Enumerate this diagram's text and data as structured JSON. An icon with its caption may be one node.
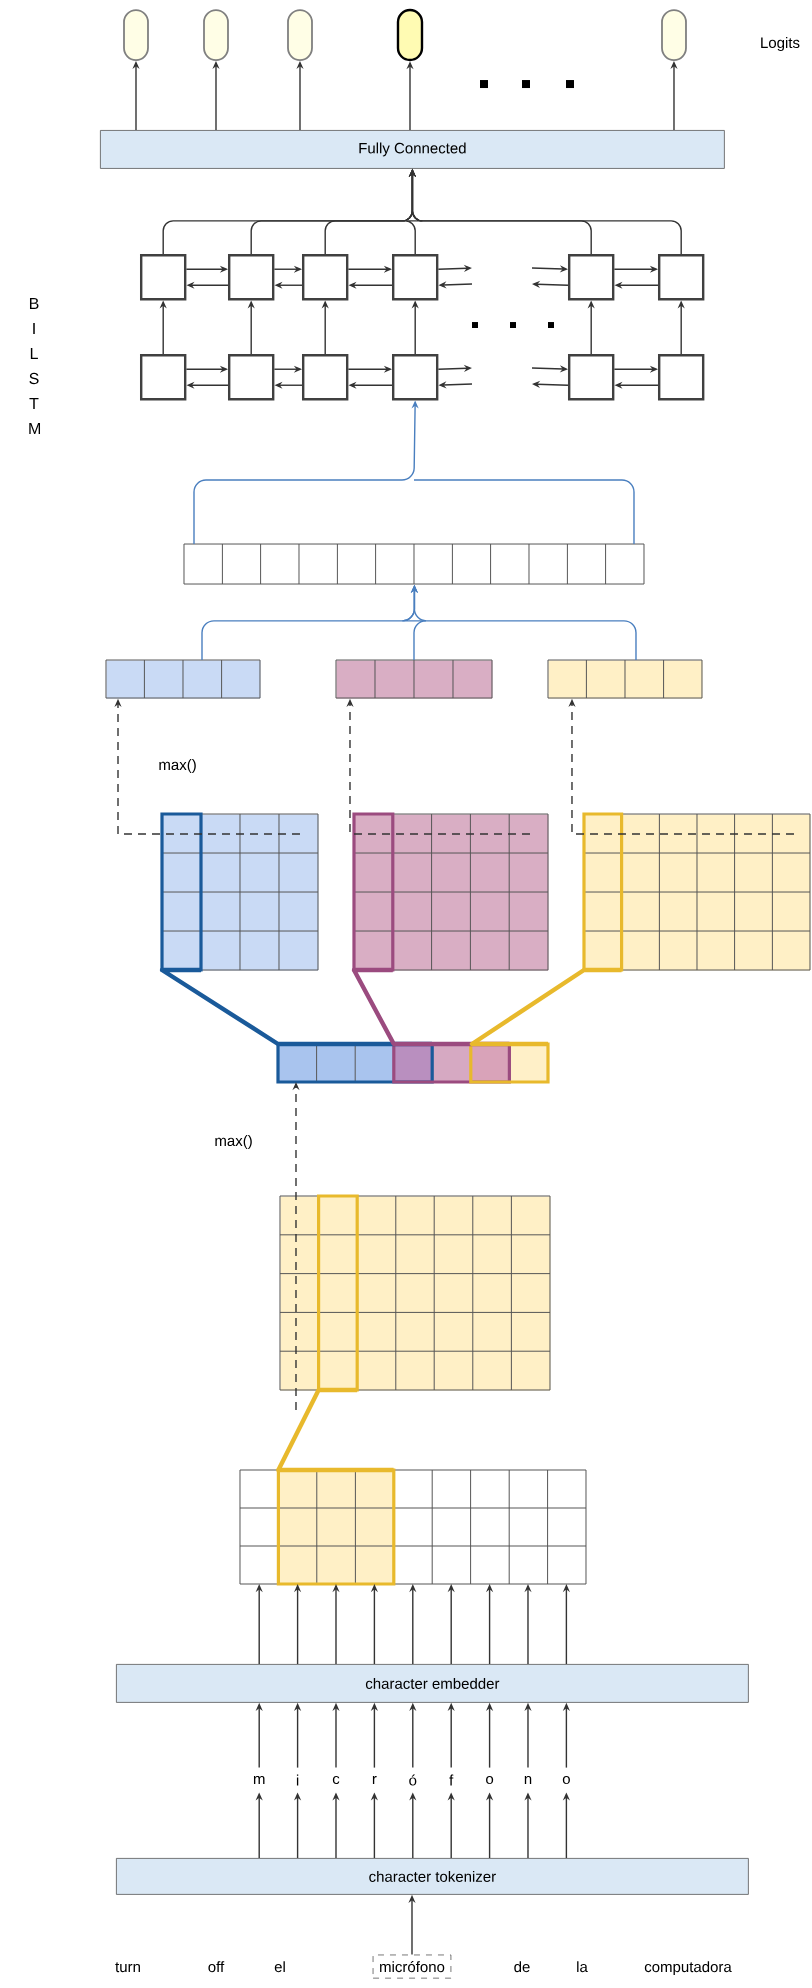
{
  "diagram": {
    "nodes": [
      {
        "text": [],
        "shape": "oval"
      },
      {
        "text": [],
        "shape": "oval"
      },
      {
        "text": [],
        "shape": "oval"
      },
      {
        "text": [],
        "shape": "oval"
      },
      {
        "text": [],
        "shape": "oval"
      },
      {
        "text": [
          "Fully Connected"
        ]
      },
      {
        "text": [],
        "shape": "box"
      },
      {
        "text": [],
        "shape": "box"
      },
      {
        "text": [],
        "shape": "box"
      },
      {
        "text": [],
        "shape": "box"
      },
      {
        "text": [],
        "shape": "box"
      },
      {
        "text": [],
        "shape": "box"
      },
      {
        "text": [],
        "shape": "box"
      },
      {
        "text": [],
        "shape": "box"
      },
      {
        "text": [],
        "shape": "box"
      },
      {
        "text": [],
        "shape": "box"
      },
      {
        "text": [],
        "shape": "box"
      },
      {
        "text": [],
        "shape": "box"
      },
      {
        "text": [],
        "shape": "grid"
      },
      {
        "text": [],
        "shape": "grid"
      },
      {
        "text": [],
        "shape": "grid"
      },
      {
        "text": [],
        "shape": "grid"
      },
      {
        "text": [],
        "shape": "grid"
      },
      {
        "text": [],
        "shape": "grid"
      },
      {
        "text": [],
        "shape": "grid"
      },
      {
        "text": [],
        "shape": "grid"
      },
      {
        "text": [],
        "shape": "grid"
      },
      {
        "text": [],
        "shape": "grid"
      },
      {
        "text": [
          "character embedder"
        ]
      },
      {
        "text": [
          "m"
        ]
      },
      {
        "text": [
          "i"
        ]
      },
      {
        "text": [
          "c"
        ]
      },
      {
        "text": [
          "r"
        ]
      },
      {
        "text": [
          "ó"
        ]
      },
      {
        "text": [
          "f"
        ]
      },
      {
        "text": [
          "o"
        ]
      },
      {
        "text": [
          "n"
        ]
      },
      {
        "text": [
          "o"
        ]
      },
      {
        "text": [
          "character tokenizer"
        ]
      },
      {
        "text": [
          "micrófono"
        ]
      }
    ],
    "edges": [
      {
        "from": 5,
        "to": 0,
        "arrow": "to"
      },
      {
        "from": 5,
        "to": 1,
        "arrow": "to"
      },
      {
        "from": 5,
        "to": 2,
        "arrow": "to"
      },
      {
        "from": 5,
        "to": 3,
        "arrow": "to"
      },
      {
        "from": 5,
        "to": 4,
        "arrow": "to"
      },
      {
        "from": 6,
        "to": 5,
        "arrow": "to"
      },
      {
        "from": 7,
        "to": 5,
        "arrow": "to"
      },
      {
        "from": 8,
        "to": 5,
        "arrow": "to"
      },
      {
        "from": 9,
        "to": 5,
        "arrow": "to"
      },
      {
        "from": 10,
        "to": 5,
        "arrow": "to"
      },
      {
        "from": 11,
        "to": 5,
        "arrow": "to"
      },
      {
        "from": 12,
        "to": 6,
        "arrow": "to"
      },
      {
        "from": 13,
        "to": 7,
        "arrow": "to"
      },
      {
        "from": 14,
        "to": 8,
        "arrow": "to"
      },
      {
        "from": 15,
        "to": 9,
        "arrow": "to"
      },
      {
        "from": 16,
        "to": 10,
        "arrow": "to"
      },
      {
        "from": 17,
        "to": 11,
        "arrow": "to"
      },
      {
        "from": 6,
        "to": 7,
        "arrow": "to"
      },
      {
        "from": 7,
        "to": 6,
        "arrow": "to"
      },
      {
        "from": 7,
        "to": 8,
        "arrow": "to"
      },
      {
        "from": 8,
        "to": 7,
        "arrow": "to"
      },
      {
        "from": 8,
        "to": 9,
        "arrow": "to"
      },
      {
        "from": 9,
        "to": 8,
        "arrow": "to"
      },
      {
        "from": 9,
        "to": null,
        "arrow": "to"
      },
      {
        "from": null,
        "to": 9,
        "arrow": "to"
      },
      {
        "from": null,
        "to": 10,
        "arrow": "to"
      },
      {
        "from": 10,
        "to": null,
        "arrow": "to"
      },
      {
        "from": 10,
        "to": 11,
        "arrow": "to"
      },
      {
        "from": 11,
        "to": 10,
        "arrow": "to"
      },
      {
        "from": 12,
        "to": 13,
        "arrow": "to"
      },
      {
        "from": 13,
        "to": 12,
        "arrow": "to"
      },
      {
        "from": 13,
        "to": 14,
        "arrow": "to"
      },
      {
        "from": 14,
        "to": 13,
        "arrow": "to"
      },
      {
        "from": 14,
        "to": 15,
        "arrow": "to"
      },
      {
        "from": 15,
        "to": 14,
        "arrow": "to"
      },
      {
        "from": 15,
        "to": null,
        "arrow": "to"
      },
      {
        "from": null,
        "to": 15,
        "arrow": "to"
      },
      {
        "from": null,
        "to": 16,
        "arrow": "to"
      },
      {
        "from": 16,
        "to": null,
        "arrow": "to"
      },
      {
        "from": 16,
        "to": 17,
        "arrow": "to"
      },
      {
        "from": 17,
        "to": 16,
        "arrow": "to"
      },
      {
        "from": 18,
        "to": 15,
        "arrow": "to",
        "color": "#4a7fbf"
      },
      {
        "from": 19,
        "to": 18,
        "arrow": "to",
        "color": "#4a7fbf"
      },
      {
        "from": 20,
        "to": 18,
        "arrow": "to",
        "color": "#4a7fbf"
      },
      {
        "from": 21,
        "to": 18,
        "arrow": "to",
        "color": "#4a7fbf"
      },
      {
        "from": 22,
        "to": 19,
        "arrow": "to",
        "style": "dashed"
      },
      {
        "from": 23,
        "to": 20,
        "arrow": "to",
        "style": "dashed"
      },
      {
        "from": 24,
        "to": 21,
        "arrow": "to",
        "style": "dashed"
      },
      {
        "from": 22,
        "to": 25,
        "arrow": "none",
        "style": "thick",
        "color": "#1a5a9a"
      },
      {
        "from": 23,
        "to": 25,
        "arrow": "none",
        "style": "thick",
        "color": "#9b4b7f"
      },
      {
        "from": 24,
        "to": 25,
        "arrow": "none",
        "style": "thick",
        "color": "#e8b92c"
      },
      {
        "from": 26,
        "to": 25,
        "arrow": "to",
        "style": "dashed"
      },
      {
        "from": 27,
        "to": 26,
        "arrow": "none",
        "style": "thick",
        "color": "#e8b92c"
      },
      {
        "from": 28,
        "to": 27,
        "arrow": "to"
      },
      {
        "from": 28,
        "to": 27,
        "arrow": "to"
      },
      {
        "from": 28,
        "to": 27,
        "arrow": "to"
      },
      {
        "from": 28,
        "to": 27,
        "arrow": "to"
      },
      {
        "from": 28,
        "to": 27,
        "arrow": "to"
      },
      {
        "from": 28,
        "to": 27,
        "arrow": "to"
      },
      {
        "from": 28,
        "to": 27,
        "arrow": "to"
      },
      {
        "from": 28,
        "to": 27,
        "arrow": "to"
      },
      {
        "from": 28,
        "to": 27,
        "arrow": "to"
      },
      {
        "from": 29,
        "to": 28,
        "arrow": "to"
      },
      {
        "from": 30,
        "to": 28,
        "arrow": "to"
      },
      {
        "from": 31,
        "to": 28,
        "arrow": "to"
      },
      {
        "from": 32,
        "to": 28,
        "arrow": "to"
      },
      {
        "from": 33,
        "to": 28,
        "arrow": "to"
      },
      {
        "from": 34,
        "to": 28,
        "arrow": "to"
      },
      {
        "from": 35,
        "to": 28,
        "arrow": "to"
      },
      {
        "from": 36,
        "to": 28,
        "arrow": "to"
      },
      {
        "from": 37,
        "to": 28,
        "arrow": "to"
      },
      {
        "from": 38,
        "to": 29,
        "arrow": "to"
      },
      {
        "from": 38,
        "to": 30,
        "arrow": "to"
      },
      {
        "from": 38,
        "to": 31,
        "arrow": "to"
      },
      {
        "from": 38,
        "to": 32,
        "arrow": "to"
      },
      {
        "from": 38,
        "to": 33,
        "arrow": "to"
      },
      {
        "from": 38,
        "to": 34,
        "arrow": "to"
      },
      {
        "from": 38,
        "to": 35,
        "arrow": "to"
      },
      {
        "from": 38,
        "to": 36,
        "arrow": "to"
      },
      {
        "from": 38,
        "to": 37,
        "arrow": "to"
      },
      {
        "from": 39,
        "to": 38,
        "arrow": "to"
      }
    ],
    "labels": [
      "Logits",
      "B I L S T M",
      "max()",
      "max()",
      "turn",
      "off",
      "el",
      "de",
      "la",
      "computadora"
    ]
  }
}
